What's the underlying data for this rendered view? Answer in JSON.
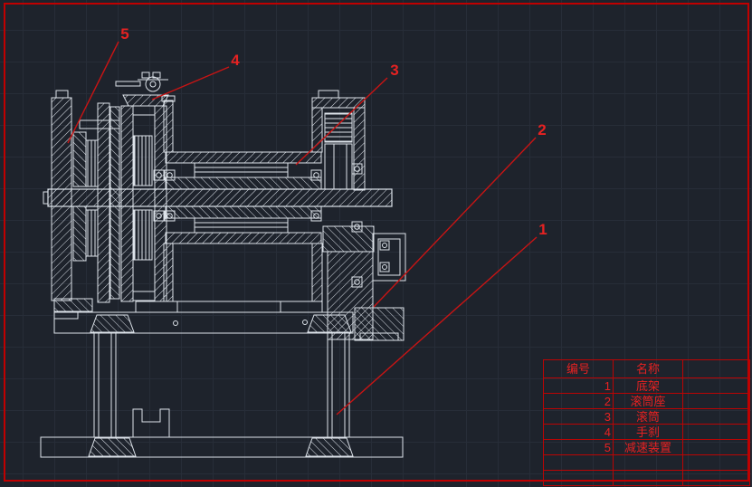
{
  "canvas": {
    "background_color": "#1e232c",
    "grid_color": "#272d38",
    "frame_color": "#c00000",
    "line_color": "#dde3ea",
    "annotation_color": "#e62222"
  },
  "drawing": {
    "type": "cad-assembly-cross-section",
    "callouts": [
      {
        "number": "1"
      },
      {
        "number": "2"
      },
      {
        "number": "3"
      },
      {
        "number": "4"
      },
      {
        "number": "5"
      }
    ]
  },
  "parts_table": {
    "headers": [
      "编号",
      "名称",
      ""
    ],
    "rows": [
      [
        "1",
        "底架",
        ""
      ],
      [
        "2",
        "滚筒座",
        ""
      ],
      [
        "3",
        "滚筒",
        ""
      ],
      [
        "4",
        "手刹",
        ""
      ],
      [
        "5",
        "减速装置",
        ""
      ],
      [
        "",
        "",
        ""
      ],
      [
        "",
        "",
        ""
      ]
    ]
  }
}
